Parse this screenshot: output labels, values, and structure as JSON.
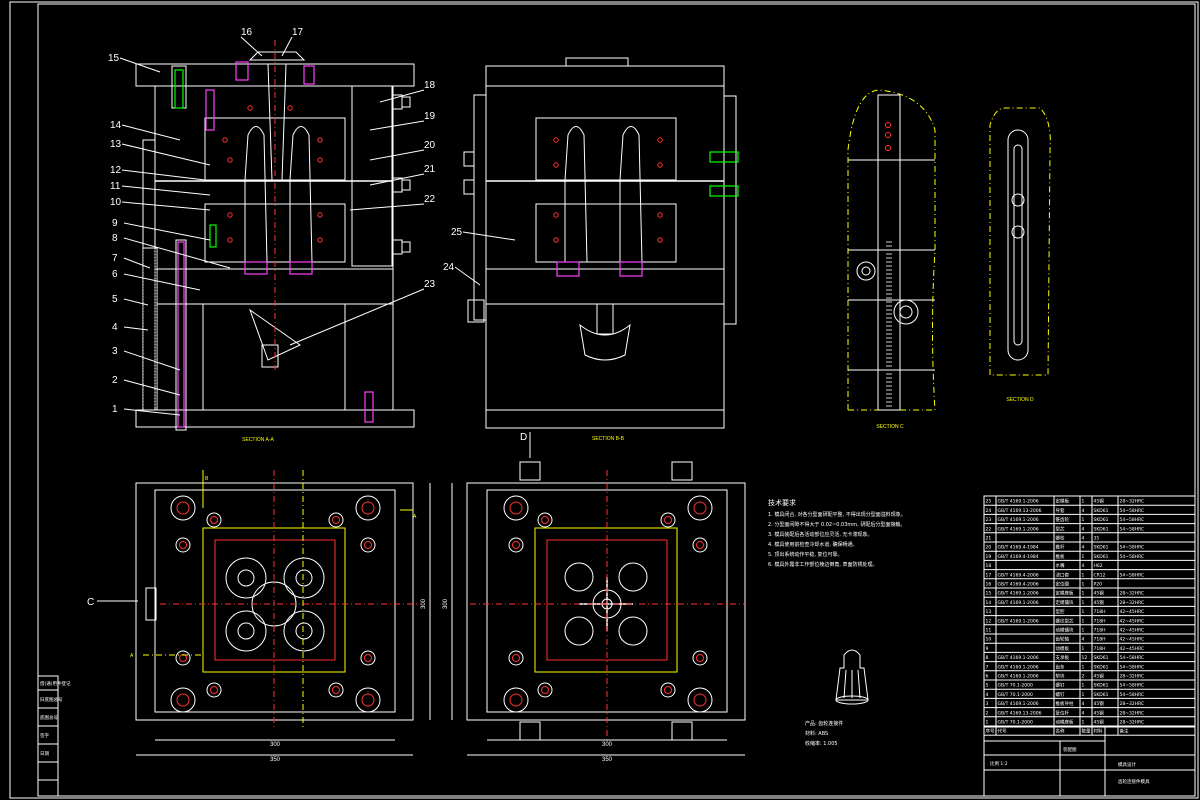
{
  "balloons": [
    "1",
    "2",
    "3",
    "4",
    "5",
    "6",
    "7",
    "8",
    "9",
    "10",
    "11",
    "12",
    "13",
    "14",
    "15",
    "16",
    "17",
    "18",
    "19",
    "20",
    "21",
    "22",
    "23",
    "24",
    "25"
  ],
  "section_labels": {
    "aa": "SECTION A-A",
    "bb": "SECTION B-B",
    "c": "SECTION C",
    "d": "SECTION D"
  },
  "view_markers": {
    "a": "A",
    "b": "B",
    "c": "C",
    "d": "D"
  },
  "dimensions": {
    "plan1_inner_width": "300",
    "plan1_outer_width": "350",
    "plan1_height": "300",
    "plan2_inner_width": "300",
    "plan2_outer_width": "350",
    "plan2_height": "300"
  },
  "notes": {
    "heading": "技术要求",
    "lines": [
      "1. 模具闭合, 对各分型面研配平整, 不得出现分型面溢料现象。",
      "2. 分型面间隙不得大于 0.02~0.03mm, 研配后分型面接触。",
      "3. 模具装配后各活动部位应灵活, 无卡滞现象。",
      "4. 模具使用前检查冷却水道, 确保畅通。",
      "5. 顶出系统动作平稳, 复位可靠。",
      "6. 模具外露非工作部位棱边倒角, 表面防锈处理。"
    ]
  },
  "product": {
    "name_label": "产品: 齿轮连接件",
    "material_label": "材料: ABS",
    "shrink_label": "收缩率: 1.005"
  },
  "bom": {
    "rows": [
      {
        "no": "25",
        "std": "GB/T 4169.1-2006",
        "name": "定模板",
        "qty": "1",
        "mat": "45钢",
        "note": "28~32HRC"
      },
      {
        "no": "24",
        "std": "GB/T 4169.13-2006",
        "name": "导套",
        "qty": "4",
        "mat": "SKD61",
        "note": "54~58HRC"
      },
      {
        "no": "23",
        "std": "GB/T 4169.1-2006",
        "name": "锥齿轮",
        "qty": "1",
        "mat": "SKD61",
        "note": "54~58HRC"
      },
      {
        "no": "22",
        "std": "GB/T 4169.1-2006",
        "name": "型芯",
        "qty": "4",
        "mat": "SKD61",
        "note": "54~58HRC"
      },
      {
        "no": "21",
        "std": "",
        "name": "螺栓",
        "qty": "4",
        "mat": "35",
        "note": ""
      },
      {
        "no": "20",
        "std": "GB/T 4169.4-1984",
        "name": "推杆",
        "qty": "4",
        "mat": "SKD61",
        "note": "54~58HRC"
      },
      {
        "no": "19",
        "std": "GB/T 4169.4-1984",
        "name": "推板",
        "qty": "1",
        "mat": "SKD61",
        "note": "54~58HRC"
      },
      {
        "no": "18",
        "std": "",
        "name": "水嘴",
        "qty": "4",
        "mat": "H62",
        "note": ""
      },
      {
        "no": "17",
        "std": "GB/T 4169.4-2006",
        "name": "浇口套",
        "qty": "1",
        "mat": "CR12",
        "note": "54~58HRC"
      },
      {
        "no": "16",
        "std": "GB/T 4169.4-2006",
        "name": "定位圈",
        "qty": "1",
        "mat": "P20",
        "note": ""
      },
      {
        "no": "15",
        "std": "GB/T 4169.1-2006",
        "name": "定模座板",
        "qty": "1",
        "mat": "45钢",
        "note": "28~32HRC"
      },
      {
        "no": "14",
        "std": "GB/T 4169.1-2006",
        "name": "定模镶块",
        "qty": "1",
        "mat": "45钢",
        "note": "28~32HRC"
      },
      {
        "no": "13",
        "std": "",
        "name": "型腔",
        "qty": "1",
        "mat": "718H",
        "note": "42~45HRC"
      },
      {
        "no": "12",
        "std": "GB/T 4169.1-2006",
        "name": "螺纹型芯",
        "qty": "1",
        "mat": "718H",
        "note": "42~45HRC"
      },
      {
        "no": "11",
        "std": "",
        "name": "动模镶块",
        "qty": "1",
        "mat": "718H",
        "note": "42~45HRC"
      },
      {
        "no": "10",
        "std": "",
        "name": "齿轮轴",
        "qty": "4",
        "mat": "718H",
        "note": "42~45HRC"
      },
      {
        "no": "9",
        "std": "",
        "name": "动模板",
        "qty": "1",
        "mat": "718H",
        "note": "42~45HRC"
      },
      {
        "no": "8",
        "std": "GB/T 4169.1-2006",
        "name": "支承板",
        "qty": "12",
        "mat": "SKD61",
        "note": "54~58HRC"
      },
      {
        "no": "7",
        "std": "GB/T 4169.1-2006",
        "name": "齿条",
        "qty": "1",
        "mat": "SKD61",
        "note": "54~58HRC"
      },
      {
        "no": "6",
        "std": "GB/T 4169.1-2006",
        "name": "垫块",
        "qty": "2",
        "mat": "45钢",
        "note": "28~32HRC"
      },
      {
        "no": "5",
        "std": "GB/T 70.1-2000",
        "name": "螺钉",
        "qty": "1",
        "mat": "SKD61",
        "note": "54~58HRC"
      },
      {
        "no": "4",
        "std": "GB/T 70.1-2000",
        "name": "螺钉",
        "qty": "1",
        "mat": "SKD61",
        "note": "54~58HRC"
      },
      {
        "no": "3",
        "std": "GB/T 4169.1-2006",
        "name": "推板导柱",
        "qty": "4",
        "mat": "45钢",
        "note": "28~32HRC"
      },
      {
        "no": "2",
        "std": "GB/T 4169.13-2006",
        "name": "复位杆",
        "qty": "4",
        "mat": "45钢",
        "note": "28~32HRC"
      },
      {
        "no": "1",
        "std": "GB/T 70.1-2000",
        "name": "动模座板",
        "qty": "1",
        "mat": "45钢",
        "note": "28~32HRC"
      }
    ],
    "header": {
      "no": "序号",
      "std": "代号",
      "name": "名称",
      "qty": "数量",
      "mat": "材料",
      "note": "备注"
    }
  },
  "title_block": {
    "assembly": "装配图",
    "drawing_title": "齿轮连接件模具",
    "school": "模具设计",
    "scale_label": "比例 1:2"
  },
  "side_strip": [
    "借(通)用件登记",
    "旧底图总号",
    "底图总号",
    "签字",
    "日期"
  ]
}
